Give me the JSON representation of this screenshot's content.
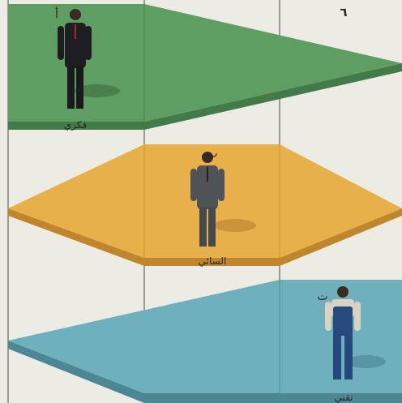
{
  "page": {
    "number": "٦"
  },
  "panels": [
    {
      "letter": "أ",
      "caption": "فكري",
      "color": "#5f9e62",
      "shade": "#437a49",
      "figure": "dark-suit"
    },
    {
      "letter": "ب",
      "caption": "السائي",
      "color": "#e7b04a",
      "shade": "#c0862e",
      "figure": "grey-suit"
    },
    {
      "letter": "ت",
      "caption": "تقني",
      "color": "#6fb0bd",
      "shade": "#4c8793",
      "figure": "overalls"
    }
  ]
}
